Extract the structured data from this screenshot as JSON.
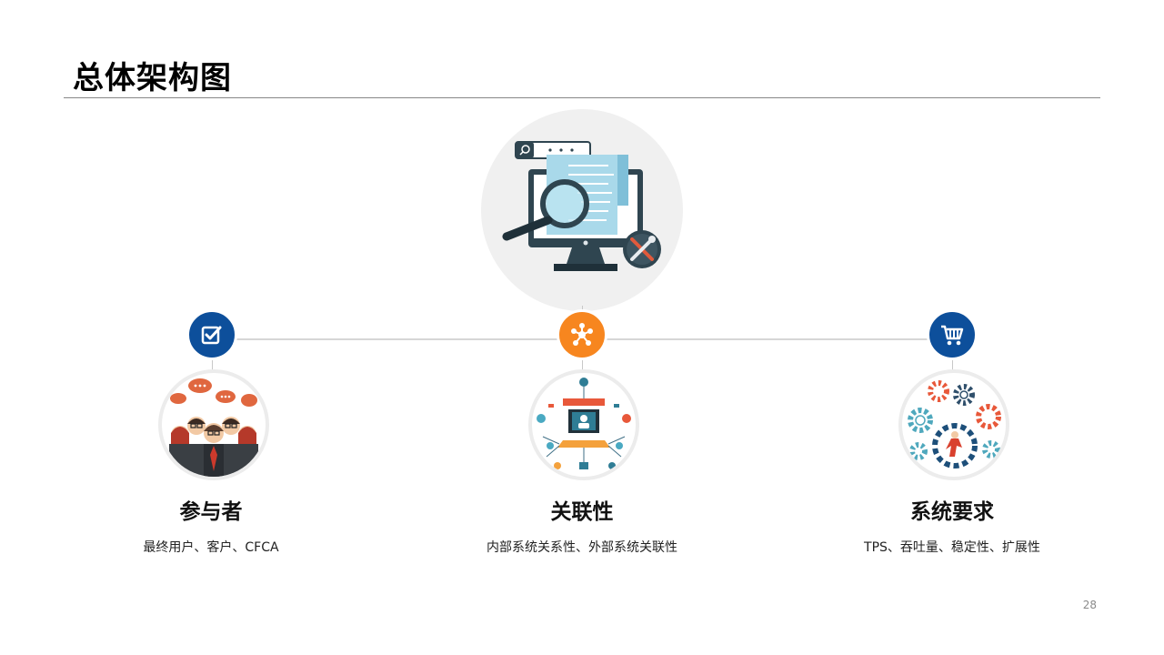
{
  "slide": {
    "title": "总体架构图",
    "page_number": "28"
  },
  "columns": [
    {
      "title": "参与者",
      "description": "最终用户、客户、CFCA",
      "badge_icon": "checkbox-icon",
      "badge_color": "#0d4f9b",
      "picture": "people-chat-illustration"
    },
    {
      "title": "关联性",
      "description": "内部系统关系性、外部系统关联性",
      "badge_icon": "network-hub-icon",
      "badge_color": "#f7861f",
      "picture": "laptop-network-illustration"
    },
    {
      "title": "系统要求",
      "description": "TPS、吞吐量、稳定性、扩展性",
      "badge_icon": "shopping-cart-icon",
      "badge_color": "#0d4f9b",
      "picture": "gears-runner-illustration"
    }
  ],
  "hub": {
    "picture": "monitor-magnifier-document-illustration"
  }
}
